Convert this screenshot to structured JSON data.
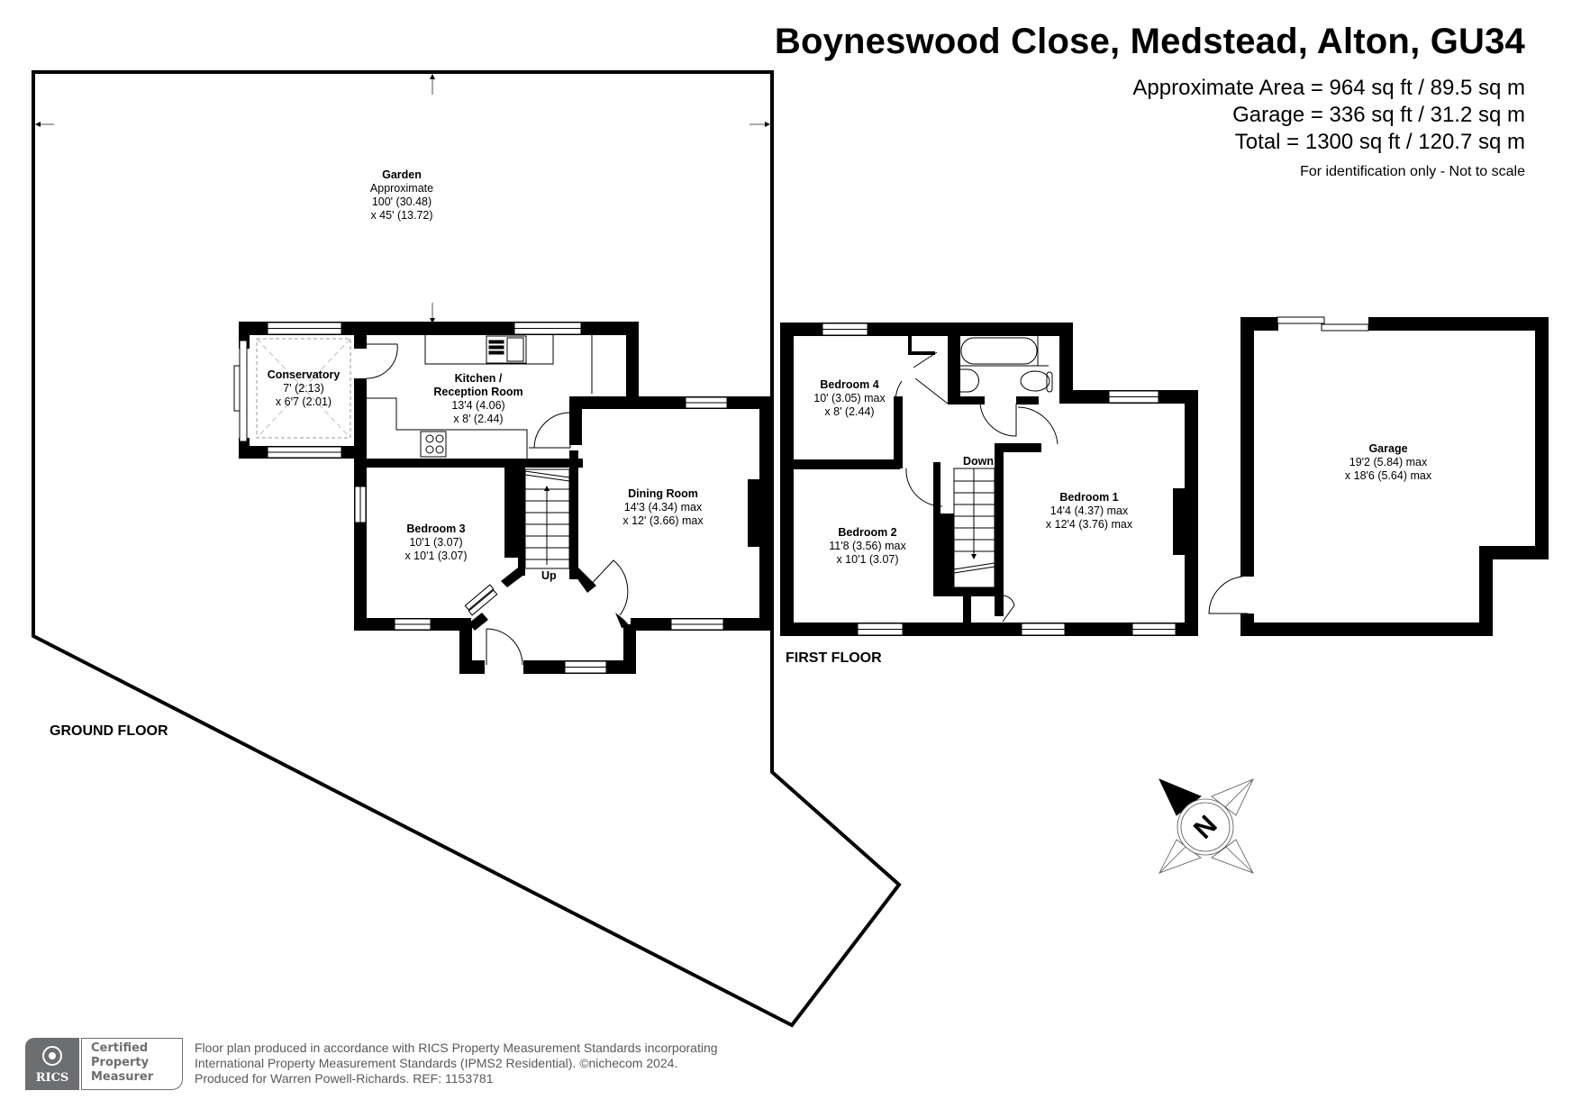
{
  "header": {
    "title": "Boyneswood Close, Medstead, Alton, GU34",
    "areas": [
      "Approximate Area = 964 sq ft / 89.5 sq m",
      "Garage = 336 sq ft / 31.2 sq m",
      "Total = 1300 sq ft / 120.7 sq m"
    ],
    "disclaimer": "For identification only - Not to scale"
  },
  "floors": {
    "ground": {
      "label": "GROUND FLOOR",
      "rooms": {
        "garden": {
          "name": "Garden",
          "dims": [
            "Approximate",
            "100' (30.48)",
            "x 45' (13.72)"
          ]
        },
        "conservatory": {
          "name": "Conservatory",
          "dims": [
            "7' (2.13)",
            "x 6'7 (2.01)"
          ]
        },
        "kitchen": {
          "name_lines": [
            "Kitchen /",
            "Reception Room"
          ],
          "dims": [
            "13'4 (4.06)",
            "x 8' (2.44)"
          ]
        },
        "dining": {
          "name": "Dining Room",
          "dims": [
            "14'3 (4.34) max",
            "x 12' (3.66) max"
          ]
        },
        "bedroom3": {
          "name": "Bedroom 3",
          "dims": [
            "10'1 (3.07)",
            "x 10'1 (3.07)"
          ]
        }
      },
      "stairs_label": "Up"
    },
    "first": {
      "label": "FIRST FLOOR",
      "rooms": {
        "bedroom4": {
          "name": "Bedroom 4",
          "dims": [
            "10' (3.05) max",
            "x 8' (2.44)"
          ]
        },
        "bedroom2": {
          "name": "Bedroom 2",
          "dims": [
            "11'8 (3.56) max",
            "x 10'1 (3.07)"
          ]
        },
        "bedroom1": {
          "name": "Bedroom 1",
          "dims": [
            "14'4 (4.37) max",
            "x 12'4 (3.76) max"
          ]
        }
      },
      "stairs_label": "Down"
    },
    "garage": {
      "rooms": {
        "garage": {
          "name": "Garage",
          "dims": [
            "19'2 (5.84) max",
            "x 18'6 (5.64) max"
          ]
        }
      }
    }
  },
  "compass": {
    "letter": "N"
  },
  "footer": {
    "badge": {
      "org": "RICS",
      "lines": [
        "Certified",
        "Property",
        "Measurer"
      ]
    },
    "lines": [
      "Floor plan produced in accordance with RICS Property Measurement Standards incorporating",
      "International Property Measurement Standards (IPMS2 Residential).   ©nichecom 2024.",
      "Produced for Warren Powell-Richards.   REF:  1153781"
    ]
  },
  "colors": {
    "wall": "#000000",
    "badge_gray": "#6d6e70",
    "footer_text": "#58595b"
  }
}
